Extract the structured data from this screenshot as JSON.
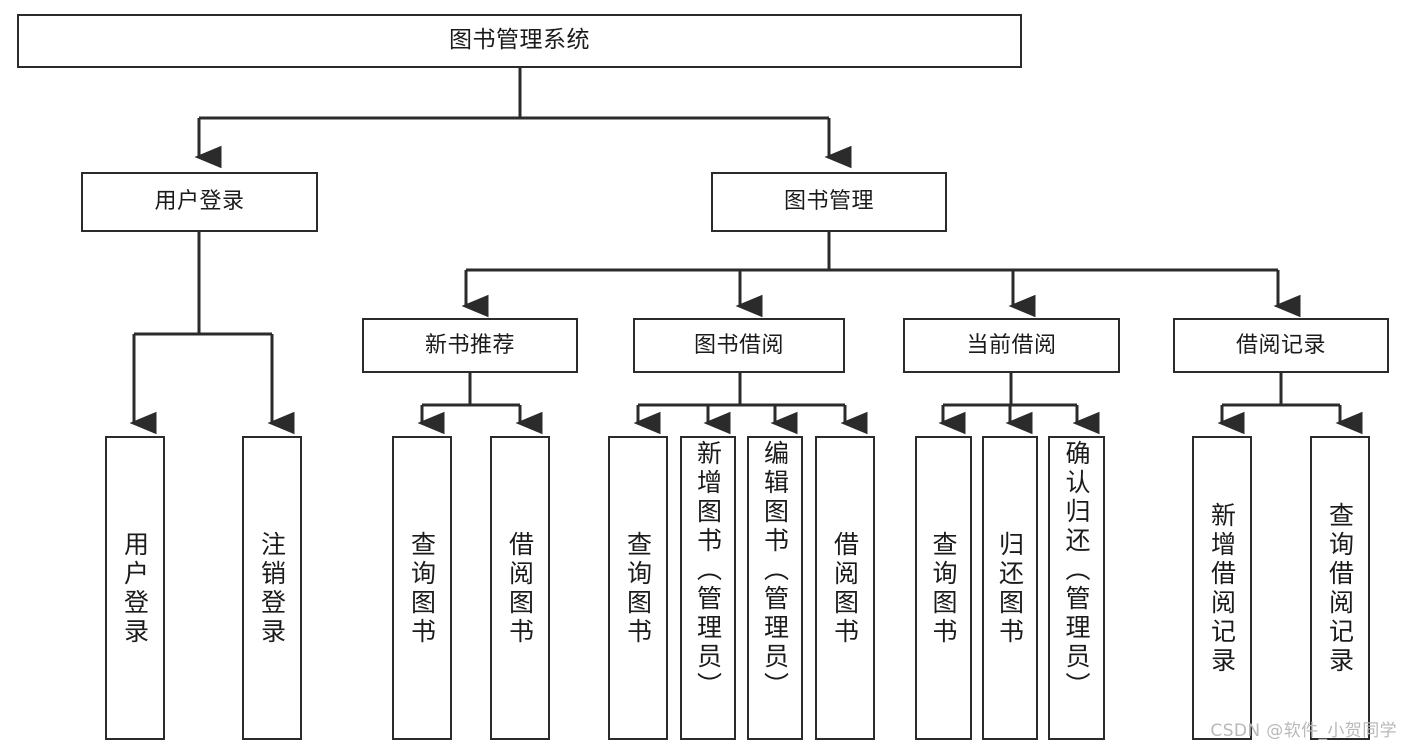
{
  "diagram": {
    "type": "tree",
    "title": "图书管理系统",
    "orientation": "top-down",
    "colors": {
      "box_border": "#2b2b2b",
      "box_fill": "#ffffff",
      "edge": "#2b2b2b",
      "text": "#1b1b1b",
      "watermark": "#b9b9b9",
      "background": "#ffffff"
    },
    "root": {
      "id": "root",
      "label": "图书管理系统"
    },
    "level2": [
      {
        "id": "user-login",
        "label": "用户登录"
      },
      {
        "id": "book-manage",
        "label": "图书管理"
      }
    ],
    "level3": [
      {
        "id": "new-book-recommend",
        "label": "新书推荐"
      },
      {
        "id": "book-borrow",
        "label": "图书借阅"
      },
      {
        "id": "current-borrow",
        "label": "当前借阅"
      },
      {
        "id": "borrow-record",
        "label": "借阅记录"
      }
    ],
    "leaves": {
      "user_login": [
        {
          "id": "leaf-user-login",
          "label": "用户登录"
        },
        {
          "id": "leaf-logout-login",
          "label": "注销登录"
        }
      ],
      "new_book_recommend": [
        {
          "id": "leaf-query-book-1",
          "label": "查询图书"
        },
        {
          "id": "leaf-borrow-book-1",
          "label": "借阅图书"
        }
      ],
      "book_borrow": [
        {
          "id": "leaf-query-book-2",
          "label": "查询图书"
        },
        {
          "id": "leaf-add-book",
          "label": "新增图书（管理员）"
        },
        {
          "id": "leaf-edit-book",
          "label": "编辑图书（管理员）"
        },
        {
          "id": "leaf-borrow-book-2",
          "label": "借阅图书"
        }
      ],
      "current_borrow": [
        {
          "id": "leaf-query-book-3",
          "label": "查询图书"
        },
        {
          "id": "leaf-return-book",
          "label": "归还图书"
        },
        {
          "id": "leaf-confirm-return",
          "label": "确认归还（管理员）"
        }
      ],
      "borrow_record": [
        {
          "id": "leaf-add-record",
          "label": "新增借阅记录"
        },
        {
          "id": "leaf-query-record",
          "label": "查询借阅记录"
        }
      ]
    }
  },
  "watermark": {
    "text": "CSDN @软件_小贺同学"
  }
}
